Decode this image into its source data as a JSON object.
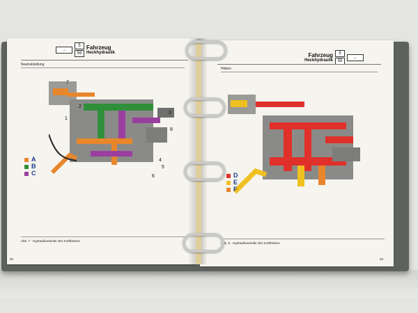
{
  "left_page": {
    "header": {
      "box_number_top": "5",
      "box_number_bottom": "59",
      "title": "Fahrzeug",
      "subtitle": "Heckhydraulik"
    },
    "section_label": "Neutralstellung",
    "legend": [
      {
        "letter": "A",
        "color": "#e8862c"
      },
      {
        "letter": "B",
        "color": "#2f8f3a"
      },
      {
        "letter": "C",
        "color": "#9a3fa0"
      }
    ],
    "callouts": [
      "1",
      "2",
      "3",
      "4",
      "5",
      "6",
      "7",
      "8"
    ],
    "caption": "Abb. 7 · Hydraulikverteiler des Krafthebers",
    "page_number": "58"
  },
  "right_page": {
    "header": {
      "box_number_top": "5",
      "box_number_bottom": "59",
      "title": "Fahrzeug",
      "subtitle": "Heckhydraulik"
    },
    "section_label": "Heben",
    "legend": [
      {
        "letter": "D",
        "color": "#e0302a"
      },
      {
        "letter": "E",
        "color": "#f0c020"
      },
      {
        "letter": "F",
        "color": "#e8862c"
      }
    ],
    "caption": "Abb. 8 · Hydraulikverteiler des Krafthebers",
    "page_number": "59"
  }
}
